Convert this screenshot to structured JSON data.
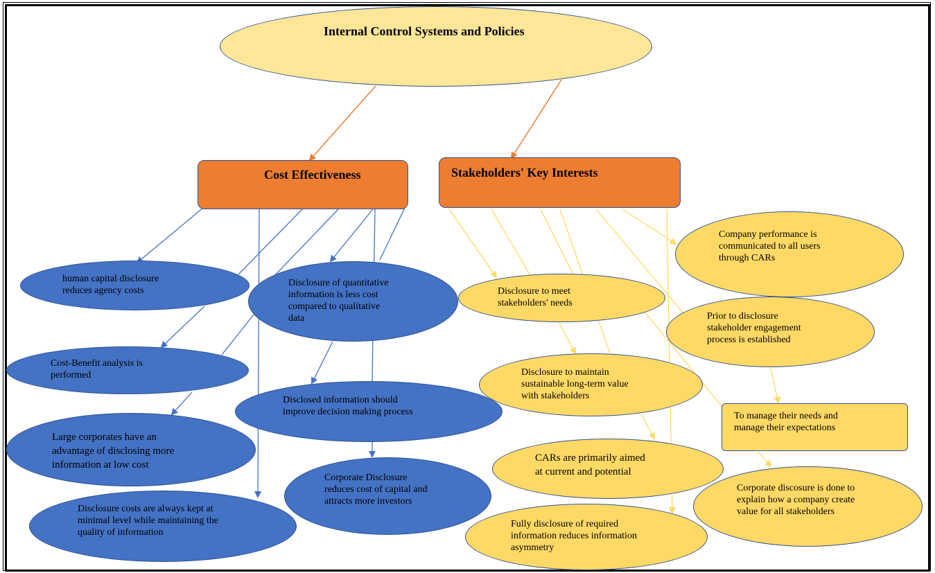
{
  "root": {
    "label": "Internal Control Systems and Policies"
  },
  "categories": {
    "cost": {
      "label": "Cost Effectiveness"
    },
    "stakeholders": {
      "label": "Stakeholders' Key Interests"
    }
  },
  "cost_items": {
    "human_capital": "human capital disclosure\nreduces agency costs",
    "quantitative": "Disclosure of quantitative\ninformation is less cost\ncompared to qualitative\ndata",
    "cost_benefit": "Cost-Benefit analysis is\nperformed",
    "decision_making": "Disclosed information should\nimprove decision making process",
    "large_corporates": "Large corporates have an\nadvantage of disclosing more\ninformation at low cost",
    "cost_of_capital": "Corporate Disclosure\nreduces cost of capital and\nattracts more investors",
    "minimal_level": "Disclosure costs are always kept at\nminimal level while maintaining the\nquality of information"
  },
  "stakeholder_items": {
    "company_performance": "Company performance is\ncommunicated to all users\nthrough CARs",
    "meet_needs": "Disclosure to meet\nstakeholders' needs",
    "engagement": "Prior to disclosure\nstakeholder engagement\nprocess is established",
    "long_term_value": "Disclosure to maintain\nsustainable long-term value\nwith stakeholders",
    "manage_needs": "To manage their needs and\nmanage their expectations",
    "cars_aimed": "CARs are primarily  aimed\nat current and potential",
    "create_value": "Corporate discosure is done to\nexplain how a company create\nvalue for all stakeholders",
    "full_disclosure": "Fully disclosure of required\ninformation reduces information\nasymmetry"
  },
  "colors": {
    "blue_node": "#4472c4",
    "yellow_node": "#ffd966",
    "orange_box": "#ed7d31",
    "root_ellipse": "#ffe699",
    "orange_arrow": "#ed7d31",
    "blue_arrow": "#4472c4",
    "yellow_arrow": "#ffd966"
  }
}
